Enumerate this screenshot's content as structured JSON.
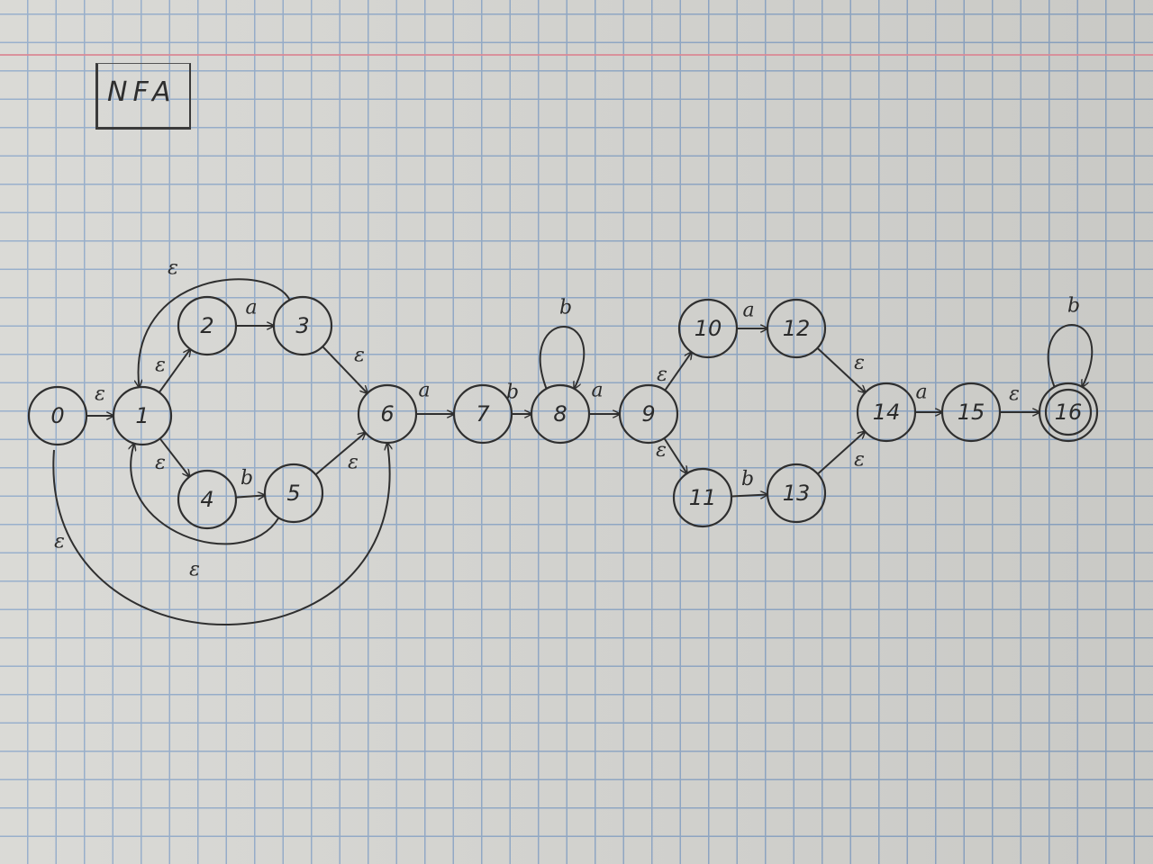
{
  "title": "NFA",
  "colors": {
    "paper": "#d6d6d2",
    "grid": "#8ea7c6",
    "margin": "#d98a96",
    "ink": "#2f2f2f"
  },
  "states": [
    {
      "id": "0",
      "accept": false
    },
    {
      "id": "1",
      "accept": false
    },
    {
      "id": "2",
      "accept": false
    },
    {
      "id": "3",
      "accept": false
    },
    {
      "id": "4",
      "accept": false
    },
    {
      "id": "5",
      "accept": false
    },
    {
      "id": "6",
      "accept": false
    },
    {
      "id": "7",
      "accept": false
    },
    {
      "id": "8",
      "accept": false
    },
    {
      "id": "9",
      "accept": false
    },
    {
      "id": "10",
      "accept": false
    },
    {
      "id": "11",
      "accept": false
    },
    {
      "id": "12",
      "accept": false
    },
    {
      "id": "13",
      "accept": false
    },
    {
      "id": "14",
      "accept": false
    },
    {
      "id": "15",
      "accept": false
    },
    {
      "id": "16",
      "accept": true
    }
  ],
  "transitions": [
    {
      "from": "0",
      "to": "1",
      "label": "ε"
    },
    {
      "from": "1",
      "to": "2",
      "label": "ε"
    },
    {
      "from": "1",
      "to": "4",
      "label": "ε"
    },
    {
      "from": "2",
      "to": "3",
      "label": "a"
    },
    {
      "from": "4",
      "to": "5",
      "label": "b"
    },
    {
      "from": "3",
      "to": "6",
      "label": "ε"
    },
    {
      "from": "5",
      "to": "6",
      "label": "ε"
    },
    {
      "from": "3",
      "to": "1",
      "label": "ε"
    },
    {
      "from": "5",
      "to": "1",
      "label": "ε"
    },
    {
      "from": "0",
      "to": "6",
      "label": "ε"
    },
    {
      "from": "6",
      "to": "7",
      "label": "a"
    },
    {
      "from": "7",
      "to": "8",
      "label": "b"
    },
    {
      "from": "8",
      "to": "8",
      "label": "b"
    },
    {
      "from": "8",
      "to": "9",
      "label": "a"
    },
    {
      "from": "9",
      "to": "10",
      "label": "ε"
    },
    {
      "from": "9",
      "to": "11",
      "label": "ε"
    },
    {
      "from": "10",
      "to": "12",
      "label": "a"
    },
    {
      "from": "11",
      "to": "13",
      "label": "b"
    },
    {
      "from": "12",
      "to": "14",
      "label": "ε"
    },
    {
      "from": "13",
      "to": "14",
      "label": "ε"
    },
    {
      "from": "14",
      "to": "15",
      "label": "a"
    },
    {
      "from": "15",
      "to": "16",
      "label": "ε"
    },
    {
      "from": "16",
      "to": "16",
      "label": "b"
    }
  ]
}
